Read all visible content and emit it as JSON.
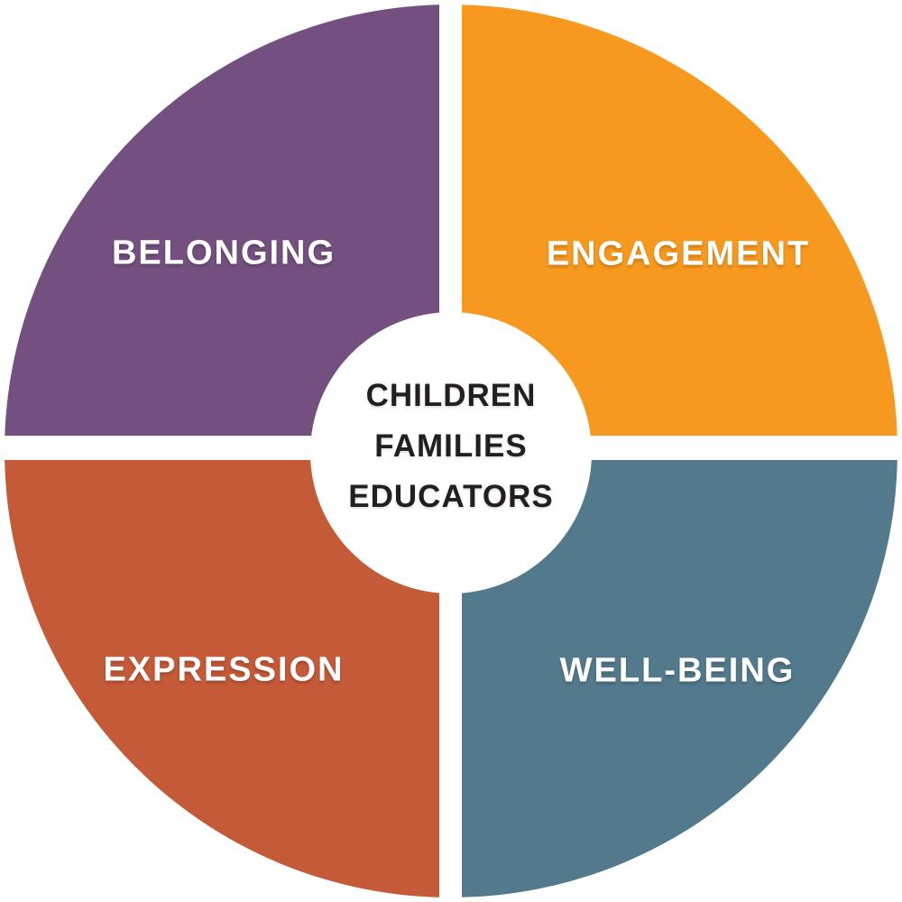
{
  "diagram": {
    "background_color": "#FFFFFF",
    "divider_color": "#FFFFFF",
    "label_text_color": "#FFFFFF",
    "quadrants": [
      {
        "label": "BELONGING",
        "position": "top-left",
        "color": "#745081"
      },
      {
        "label": "ENGAGEMENT",
        "position": "top-right",
        "color": "#F7991E"
      },
      {
        "label": "EXPRESSION",
        "position": "bottom-left",
        "color": "#C55A38"
      },
      {
        "label": "WELL-BEING",
        "position": "bottom-right",
        "color": "#527A8C"
      }
    ],
    "center_circle": {
      "fill": "#FFFFFF",
      "text_color": "#231F20",
      "lines": [
        "CHILDREN",
        "FAMILIES",
        "EDUCATORS"
      ]
    }
  }
}
